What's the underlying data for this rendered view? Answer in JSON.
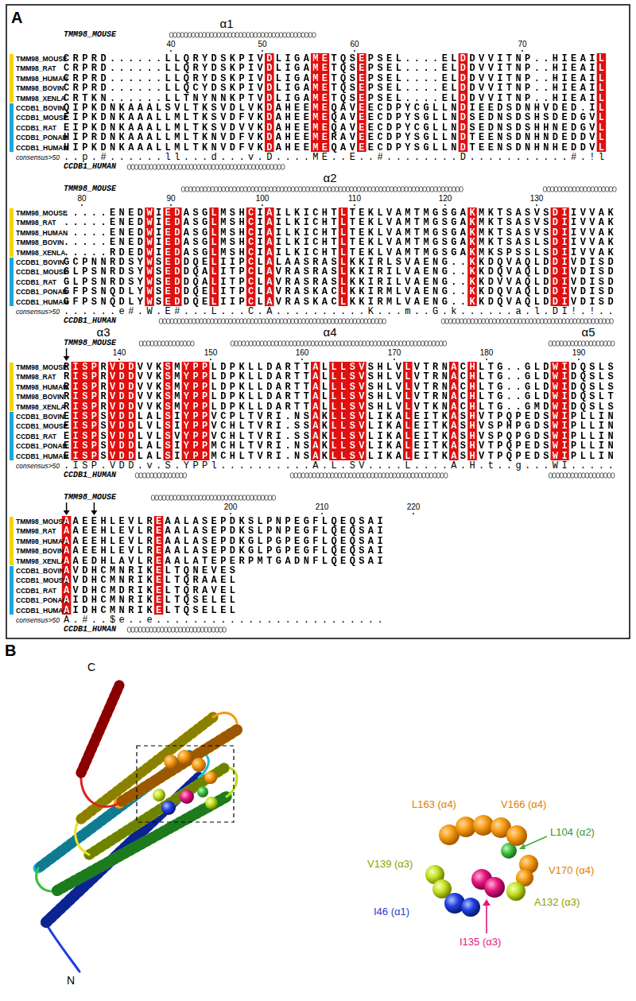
{
  "diagram": {
    "labels": [
      "A",
      "α1",
      "TMM98_MOUSE",
      "40",
      "50",
      "60",
      "70",
      "TMM98_MOUSE",
      "CRPRD......LLQRYDSKPIVDLIGAMETQSEPSEL....ELDDVVITNP..HIEAIL",
      "TMM98_RAT",
      "CRPRD......LLQRYDSKPIVDLIGAMETQSEPSEL....ELDDVVITNP..HIEAIL",
      "TMM98_HUMAN",
      "CRPRD......LLQRYDSKPIVDLIGAMETQSEPSEL....ELDDVVITNP..HIEAIL",
      "TMM98_BOVIN",
      "CRPRD......LLQCYDSKPIVDLIGAMETQSEPSEL....ELDDVVITNP..HIEAIL",
      "TMM98_XENLA",
      "CRTKN......LLTNYNNKPTVDLIGAMETQSEPSEL....ELDDVVITNP..HIEAIL",
      "CCDB1_BOVIN",
      "QIPKDNKAAALSVLTKSVDLVKDAHEEMEQAVEECDPYCGLLNDIEEDSDNHVDED.IL",
      "CCDB1_MOUSE",
      "EIPKDNKAAALLMLTKSVDFVKDAHEEMEQAVEECDPYSGLLNDSEDNSDSHSDEDGVL",
      "CCDB1_RAT",
      "EIPKDNKAAALLMLTKSVDVVKDAHEEMEQAVEECDPYCGLLNDSEDNSDSHHNEDGVL",
      "CCDB1_PONAB",
      "HIPRDNKAAALLMLTKNVDFVKDAHEEMERAVEECDPYSGLLNDTEENSDNHNDEDDVL",
      "CCDB1_HUMAN",
      "HIPKDNKAAALLMLTKNVDFVKDAHEEMEQAVEECDPYSGLLNDTEENSDNHNHEDDVL",
      "consensus>50",
      "..p.#......ll...d...v.D....ME..E..#........D...........#.!l",
      "CCDB1_HUMAN",
      "α2",
      "TMM98_MOUSE",
      "80",
      "90",
      "100",
      "110",
      "120",
      "130",
      "TMM98_MOUSE",
      ".....ENEDWIEDASGLMSHCIAILKICHTLTEKLVAMTMGSGAKMKTSASVSDIIVVAK",
      "TMM98_RAT",
      ".....ENEDWIEDASGLMSHCIAILKICHTLTEKLVAMTMGSGAKMKTSASVSDIIVVAK",
      "TMM98_HUMAN",
      ".....ENEDWIEDASGLMSHCIAILKICHTLTEKLVAMTMGSGAKMKTSASVSDIIVVAK",
      "TMM98_BOVIN",
      ".....ENEDWIEDASGLMSHCIAILKICHTLTEKLVAMTMGSGAKMKTSASLSDIIVVAK",
      "TMM98_XENLA",
      ".....RDEDWIEDASGLMSHCIAILKICHTLTEKLVAMTMGSGAKMKSPSSLSDIIVVAK",
      "CCDB1_BOVIN",
      "GCPNNRDSYWSEDDQELIIPCLALAASRASLKKIRLSVAENG..KKDQVAQLDDIVDISD",
      "CCDB1_MOUSE",
      "GLPSNRDSYWSEDDQALITPCLAVRASRASLKKIRILVAENG..KKDQVAQLDDIVDISD",
      "CCDB1_RAT",
      "GLPSNRDSYWSEDDQALITPCLAVRASRASLKKIRILVAENG..KKDVVAQLDDIVDISD",
      "CCDB1_PONAB",
      "GFPSNQDLYWSEDDQELITPCLAVRASKACLKKIRMLVAENG..KKDQVAQLDDIVDISD",
      "CCDB1_HUMAN",
      "GFPSNQDLYWSEDDQELIIPCLAVRASKACLKKIRMLVAENG..KKDQVAQLDDIVDISD",
      "consensus>50",
      "......e#.W.E#...L...C.A..........K...m..G.k......a.l.DI!.!..",
      "CCDB1_HUMAN",
      "α3",
      "α4",
      "α5",
      "TMM98_MOUSE",
      "140",
      "150",
      "160",
      "170",
      "180",
      "190",
      "TMM98_MOUSE",
      "RISPRVDDVVKSMYPPLDPKLLDARTTALLLSVSHLVLVTRNACHLTG..GLDWIDQSLS",
      "TMM98_RAT",
      "RISPRVDDVVKSMYPPLDPKLLDARTTALLLSVSHLVLVTRNACHLTG..GLDWIDQSLS",
      "TMM98_HUMAN",
      "RISPRVDDVVKSMYPPLDPKLLDARTTALLLSVSHLVLVTRNACHLTG..GLDWIDQSLS",
      "TMM98_BOVIN",
      "RISPRVDDVVKSMYPPLDPKLLDARTTALLLSVSHLVLVTRNACHLTG..GLDWIDQSLT",
      "TMM98_XENLA",
      "RISPRVDDVVKSMYPPLDPKLLDARTTALLLSVSHLVLVTKNACHLTG..GMDWIDQSLS",
      "CCDB1_BOVIN",
      "EISPSVDDLALSIYPPVCPLTVRI.NSAKLLSVLIKALEITKASHVTPQPEDSWIPLLIN",
      "CCDB1_MOUSE",
      "EISPSVDDLVLSIYPPVCHLTVRI.SSAKLLSVLIKALEITKASHVSPHPGDSWIPLLIN",
      "CCDB1_RAT",
      "EISPSVDDLVLSVYPPVCHLTVRI.SSAKLLSVLIKALEITKASHVSPQPGDSWIPLLIN",
      "CCDB1_PONAB",
      "EISPSVDDLALSIYPPMCHLTVRI.NSAKLLSVLIKALEITKASHVTPQPEDSWIPLLIN",
      "CCDB1_HUMAN",
      "EISPSVDDLALSIYPPMCHLTVRI.NSAKLLSVLIKALEITKASHVTPQPEDSWIPLLIN",
      "consensus>50",
      ".ISP.VDD.v.S.YPPl..........A.L.SV....L....A.H.t..g...WI.....",
      "CCDB1_HUMAN",
      "TMM98_MOUSE",
      "200",
      "210",
      "220",
      "TMM98_MOUSE",
      "AAEEHLEVLREAALASEPDKSLPNPEGFLQEQSAI",
      "TMM98_RAT",
      "AAEEHLEVLREAALASEPDKSLPNPEGFLQEQSAI",
      "TMM98_HUMAN",
      "AAEEHLEVLREAALASEPDKGLPGPEGFLQEQSAI",
      "TMM98_BOVIN",
      "AAEEHLEVLREAALASEPDKGLPGPEGFLQEQSAI",
      "TMM98_XENLA",
      "AAEDHLAVLREAALATEPERPMTGADNFLQEQSAI",
      "CCDB1_BOVIN",
      "AVDHCMNRIKELTQNEVES",
      "CCDB1_MOUSE",
      "AVDHCMNRIKELTQRAAEL",
      "CCDB1_RAT",
      "AVDHCMDRIKELTQRAVEL",
      "CCDB1_PONAB",
      "AIDHCMNRIKELTQSELEL",
      "CCDB1_HUMAN",
      "AIDHCMNRIKELTQSELEL",
      "consensus>50",
      "A.#..$e..e.........................",
      "CCDB1_HUMAN",
      "B",
      "C",
      "N",
      "L163 (α4)",
      "V166 (α4)",
      "L104 (α2)",
      "V139 (α3)",
      "V170 (α4)",
      "A132 (α3)",
      "I46 (α1)",
      "I135 (α3)"
    ]
  }
}
